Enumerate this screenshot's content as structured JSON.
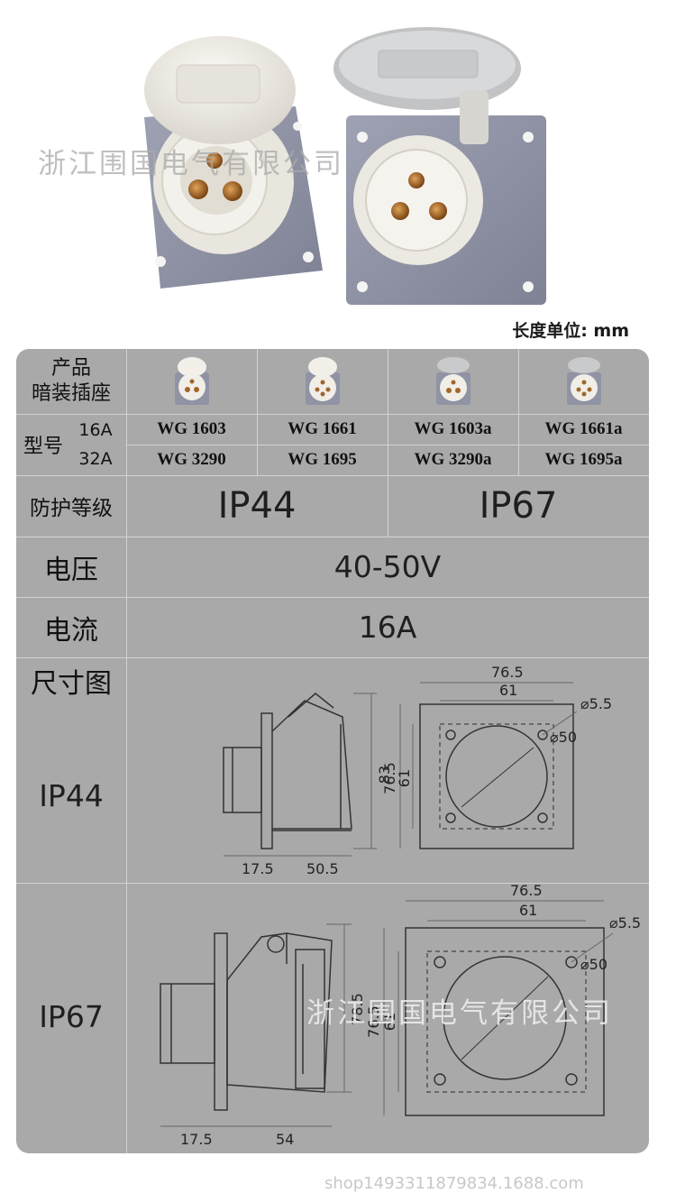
{
  "watermark": "浙江围国电气有限公司",
  "unit_note": "长度单位: mm",
  "table": {
    "product_label_line1": "产品",
    "product_label_line2": "暗装插座",
    "model_label": "型号",
    "amp_16": "16A",
    "amp_32": "32A",
    "models_16a": [
      "WG 1603",
      "WG 1661",
      "WG 1603a",
      "WG 1661a"
    ],
    "models_32a": [
      "WG 3290",
      "WG 1695",
      "WG 3290a",
      "WG 1695a"
    ],
    "protection_label": "防护等级",
    "protection_values": [
      "IP44",
      "IP67"
    ],
    "voltage_label": "电压",
    "voltage_value": "40-50V",
    "current_label": "电流",
    "current_value": "16A",
    "drawing_label": "尺寸图"
  },
  "ip44_drawing": {
    "label": "IP44",
    "side_depth": "17.5",
    "side_body": "50.5",
    "side_height": "83",
    "front_outer": "76.5",
    "front_hole_pitch": "61",
    "front_outer_v": "76.5",
    "front_hole_pitch_v": "61",
    "hole_dia": "⌀5.5",
    "bore_dia": "⌀50"
  },
  "ip67_drawing": {
    "label": "IP67",
    "side_depth": "17.5",
    "side_body": "54",
    "side_height": "78.5",
    "front_outer": "76.5",
    "front_hole_pitch": "61",
    "front_outer_v": "76.5",
    "front_hole_pitch_v": "61",
    "hole_dia": "⌀5.5",
    "bore_dia": "⌀50"
  },
  "footer_url": "shop1493311879834.1688.com",
  "colors": {
    "panel": "#a9a9a9",
    "grid": "#d2d2d2",
    "plate": "#8f93a4",
    "cover": "#efece6"
  }
}
